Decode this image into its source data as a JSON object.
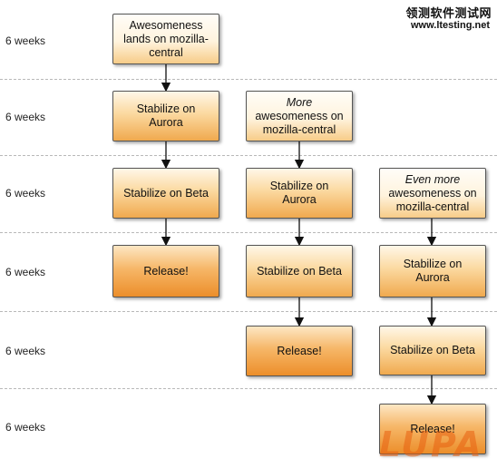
{
  "rows": [
    "6 weeks",
    "6 weeks",
    "6 weeks",
    "6 weeks",
    "6 weeks",
    "6 weeks"
  ],
  "col1": {
    "box1": "Awesomeness lands on mozilla-central",
    "box2": "Stabilize on Aurora",
    "box3": "Stabilize on Beta",
    "box4": "Release!"
  },
  "col2": {
    "box1_em": "More",
    "box1": "awesomeness on mozilla-central",
    "box2": "Stabilize on Aurora",
    "box3": "Stabilize on Beta",
    "box4": "Release!"
  },
  "col3": {
    "box1_em": "Even more",
    "box1": "awesomeness on mozilla-central",
    "box2": "Stabilize on Aurora",
    "box3": "Stabilize on Beta",
    "box4": "Release!"
  },
  "watermark": {
    "line1": "领测软件测试网",
    "line2": "www.ltesting.net",
    "logo": "LUPA"
  }
}
